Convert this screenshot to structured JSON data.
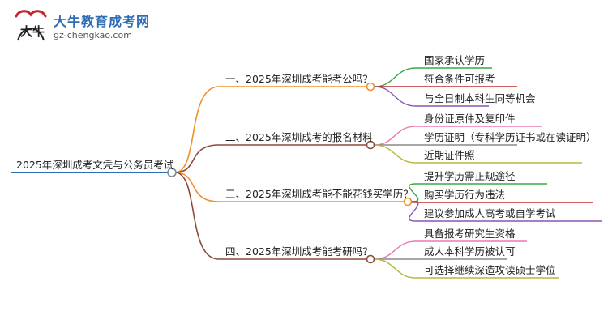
{
  "logo": {
    "title": "大牛教育成考网",
    "url": "gz-chengkao.com",
    "mark_text": "大牛"
  },
  "root": {
    "label": "2025年深圳成考文凭与公务员考试",
    "color": "#2e6db5"
  },
  "branches": [
    {
      "label": "一、2025年深圳成考能考公吗？",
      "color": "#f0902a",
      "children": [
        {
          "label": "国家承认学历",
          "color": "#3aa845"
        },
        {
          "label": "符合条件可报考",
          "color": "#c0282e"
        },
        {
          "label": "与全日制本科生同等机会",
          "color": "#8a55b5"
        }
      ]
    },
    {
      "label": "二、2025年深圳成考的报名材料",
      "color": "#8b4a3a",
      "children": [
        {
          "label": "身份证原件及复印件",
          "color": "#e87ab0"
        },
        {
          "label": "学历证明（专科学历证书或在读证明）",
          "color": "#8a8a8a"
        },
        {
          "label": "近期证件照",
          "color": "#b8b83a"
        }
      ]
    },
    {
      "label": "三、2025年深圳成考能不能花钱买学历？",
      "color": "#f0902a",
      "children": [
        {
          "label": "提升学历需正规途径",
          "color": "#3aa845"
        },
        {
          "label": "购买学历行为违法",
          "color": "#c0282e"
        },
        {
          "label": "建议参加成人高考或自学考试",
          "color": "#8a55b5"
        }
      ]
    },
    {
      "label": "四、2025年深圳成考能考研吗？",
      "color": "#8b4a3a",
      "children": [
        {
          "label": "具备报考研究生资格",
          "color": "#e87ab0"
        },
        {
          "label": "成人本科学历被认可",
          "color": "#8a8a8a"
        },
        {
          "label": "可选择继续深造攻读硕士学位",
          "color": "#b8b83a"
        }
      ]
    }
  ]
}
